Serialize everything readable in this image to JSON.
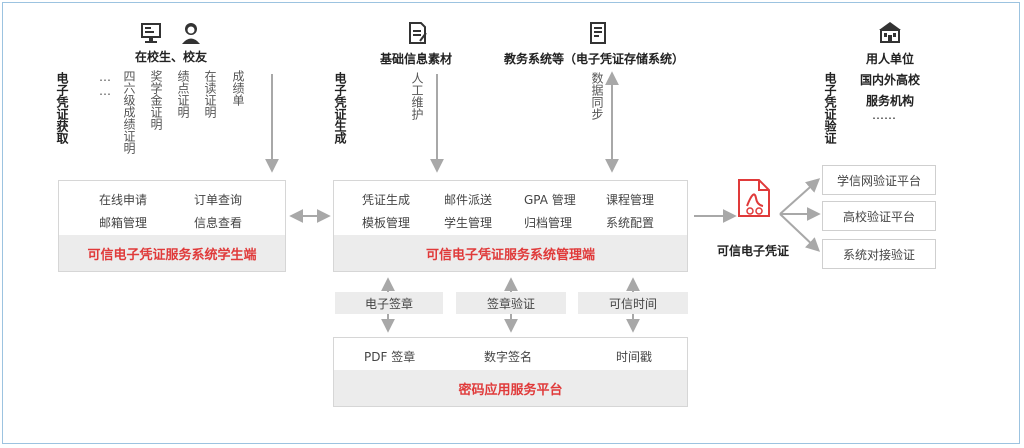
{
  "top_groups": {
    "students": "在校生、校友",
    "materials": "基础信息素材",
    "systems": "教务系统等（电子凭证存储系统）",
    "verifiers": [
      "用人单位",
      "国内外高校",
      "服务机构",
      "……"
    ]
  },
  "side_labels": {
    "acquire": "电子凭证获取",
    "generate": "电子凭证生成",
    "verify": "电子凭证验证"
  },
  "student_docs": [
    "成绩单",
    "在读证明",
    "绩点证明",
    "奖学金证明",
    "四六级成绩证明",
    "……"
  ],
  "arrow_labels": {
    "manual": "人工维护",
    "sync": "数据同步"
  },
  "student_box": {
    "items": [
      "在线申请",
      "订单查询",
      "邮箱管理",
      "信息查看"
    ],
    "title": "可信电子凭证服务系统学生端"
  },
  "admin_box": {
    "items": [
      "凭证生成",
      "邮件派送",
      "GPA 管理",
      "课程管理",
      "模板管理",
      "学生管理",
      "归档管理",
      "系统配置"
    ],
    "title": "可信电子凭证服务系统管理端"
  },
  "middle_bars": [
    "电子签章",
    "签章验证",
    "可信时间"
  ],
  "crypto_box": {
    "items": [
      "PDF 签章",
      "数字签名",
      "时间戳"
    ],
    "title": "密码应用服务平台"
  },
  "cert": {
    "label": "可信电子凭证"
  },
  "verify_platforms": [
    "学信网验证平台",
    "高校验证平台",
    "系统对接验证"
  ],
  "colors": {
    "accent": "#e03a3a",
    "line": "#a8a8a8",
    "panel": "#ececec",
    "border": "#9cc3e0"
  }
}
